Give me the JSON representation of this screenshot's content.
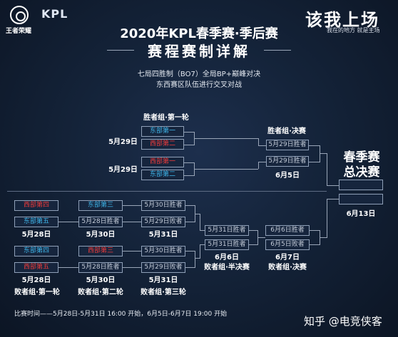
{
  "header": {
    "logo_text": "王者荣耀",
    "kpl_logo": "KPL",
    "slogan": "该我上场",
    "slogan_sub": "我在的地方 就是主场",
    "title_line1": "2020年KPL春季赛·季后赛",
    "title_line2": "赛程赛制详解",
    "info_line1": "七局四胜制（BO7）全局BP+巅峰对决",
    "info_line2": "东西赛区队伍进行交叉对战"
  },
  "winners": {
    "round1_label": "胜者组·第一轮",
    "final_label": "胜者组·决赛",
    "date_a": "5月29日",
    "date_b": "5月29日",
    "team_east1": "东部第一",
    "team_west2": "西部第二",
    "team_west1": "西部第一",
    "team_east2": "东部第二",
    "final_slot1": "5月29日胜者",
    "final_slot2": "5月29日胜者",
    "final_date": "6月5日"
  },
  "losers": {
    "team_west4": "西部第四",
    "team_east5": "东部第五",
    "team_east3": "东部第三",
    "r1_date_a": "5月28日",
    "r2_slot_a": "5月28日胜者",
    "r2_date_a": "5月30日",
    "r3_slot_a1": "5月30日胜者",
    "r3_slot_a2": "5月29日败者",
    "r3_date_a": "5月31日",
    "team_east4": "东部第四",
    "team_west5": "西部第五",
    "team_west3": "西部第三",
    "r1_date_b": "5月28日",
    "r2_slot_b": "5月28日胜者",
    "r2_date_b": "5月30日",
    "r3_slot_b1": "5月30日胜者",
    "r3_slot_b2": "5月29日败者",
    "r3_date_b": "5月31日",
    "semi_slot1": "5月31日胜者",
    "semi_slot2": "5月31日胜者",
    "semi_date": "6月6日",
    "final_slot1": "6月6日胜者",
    "final_slot2": "6月5日败者",
    "final_date": "6月7日",
    "round1_label": "败者组·第一轮",
    "round2_label": "败者组·第二轮",
    "round3_label": "败者组·第三轮",
    "semi_label": "败者组·半决赛",
    "final_label": "败者组·决赛"
  },
  "grand_final": {
    "title_line1": "春季赛",
    "title_line2": "总决赛",
    "date": "6月13日"
  },
  "footer": {
    "schedule": "比赛时间——5月28日-5月31日 16:00 开始，6月5日-6月7日 19:00 开始",
    "watermark": "知乎 @电竞侠客"
  },
  "colors": {
    "east": "#3fb7ec",
    "west": "#ef3b3b",
    "background": "#142339"
  }
}
